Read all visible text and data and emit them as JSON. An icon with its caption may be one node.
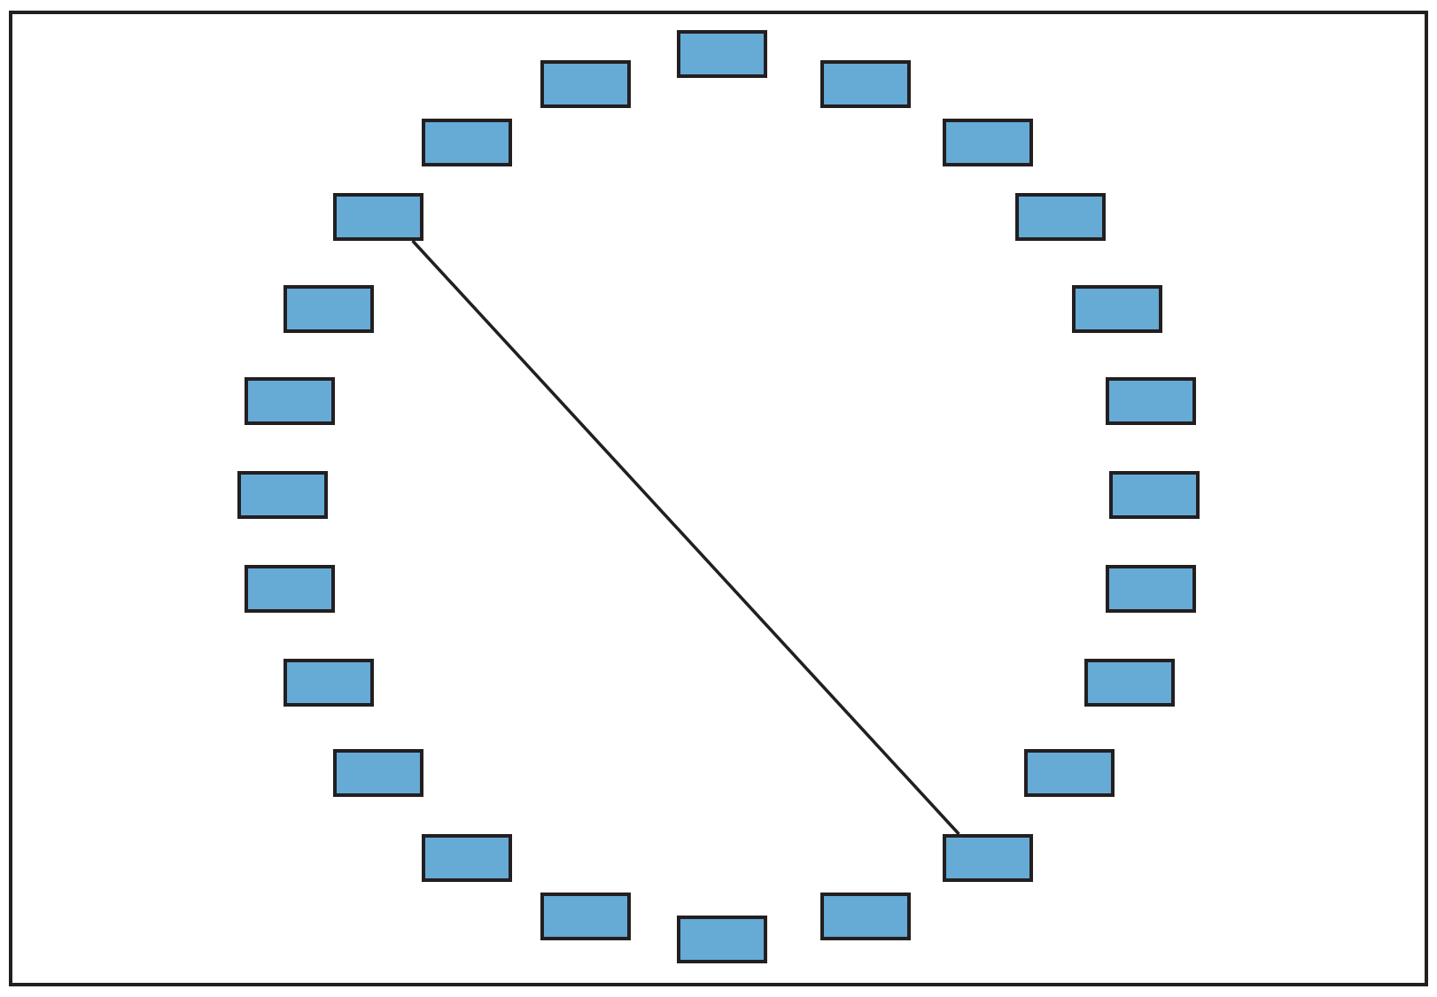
{
  "diagram": {
    "nodes": [
      {
        "text": [],
        "shape": "box"
      },
      {
        "text": [],
        "shape": "box"
      },
      {
        "text": [],
        "shape": "box"
      },
      {
        "text": [],
        "shape": "box"
      },
      {
        "text": [],
        "shape": "box"
      },
      {
        "text": [],
        "shape": "box"
      },
      {
        "text": [],
        "shape": "box"
      },
      {
        "text": [],
        "shape": "box"
      },
      {
        "text": [],
        "shape": "box"
      },
      {
        "text": [],
        "shape": "box"
      },
      {
        "text": [],
        "shape": "box"
      },
      {
        "text": [],
        "shape": "box"
      },
      {
        "text": [],
        "shape": "box"
      },
      {
        "text": [],
        "shape": "box"
      },
      {
        "text": [],
        "shape": "box"
      },
      {
        "text": [],
        "shape": "box"
      },
      {
        "text": [],
        "shape": "box"
      },
      {
        "text": [],
        "shape": "box"
      },
      {
        "text": [],
        "shape": "box"
      },
      {
        "text": [],
        "shape": "box"
      },
      {
        "text": [],
        "shape": "box"
      },
      {
        "text": [],
        "shape": "box"
      },
      {
        "text": [],
        "shape": "box"
      },
      {
        "text": [],
        "shape": "box"
      }
    ],
    "edges": [
      {
        "from": 5,
        "to": 20,
        "arrow": "none"
      }
    ]
  }
}
